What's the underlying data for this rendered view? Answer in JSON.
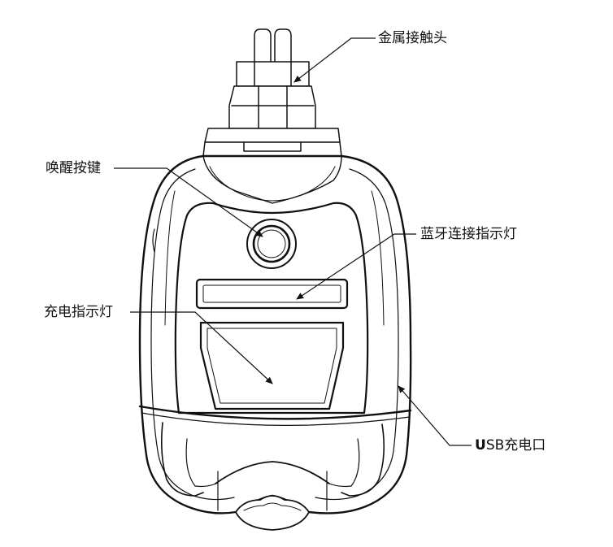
{
  "labels": {
    "metal_contact": "金属接触头",
    "wake_button": "唤醒按键",
    "bluetooth_indicator": "蓝牙连接指示灯",
    "charge_indicator": "充电指示灯",
    "usb_port_prefix": "U",
    "usb_port_rest": "SB充电口"
  }
}
